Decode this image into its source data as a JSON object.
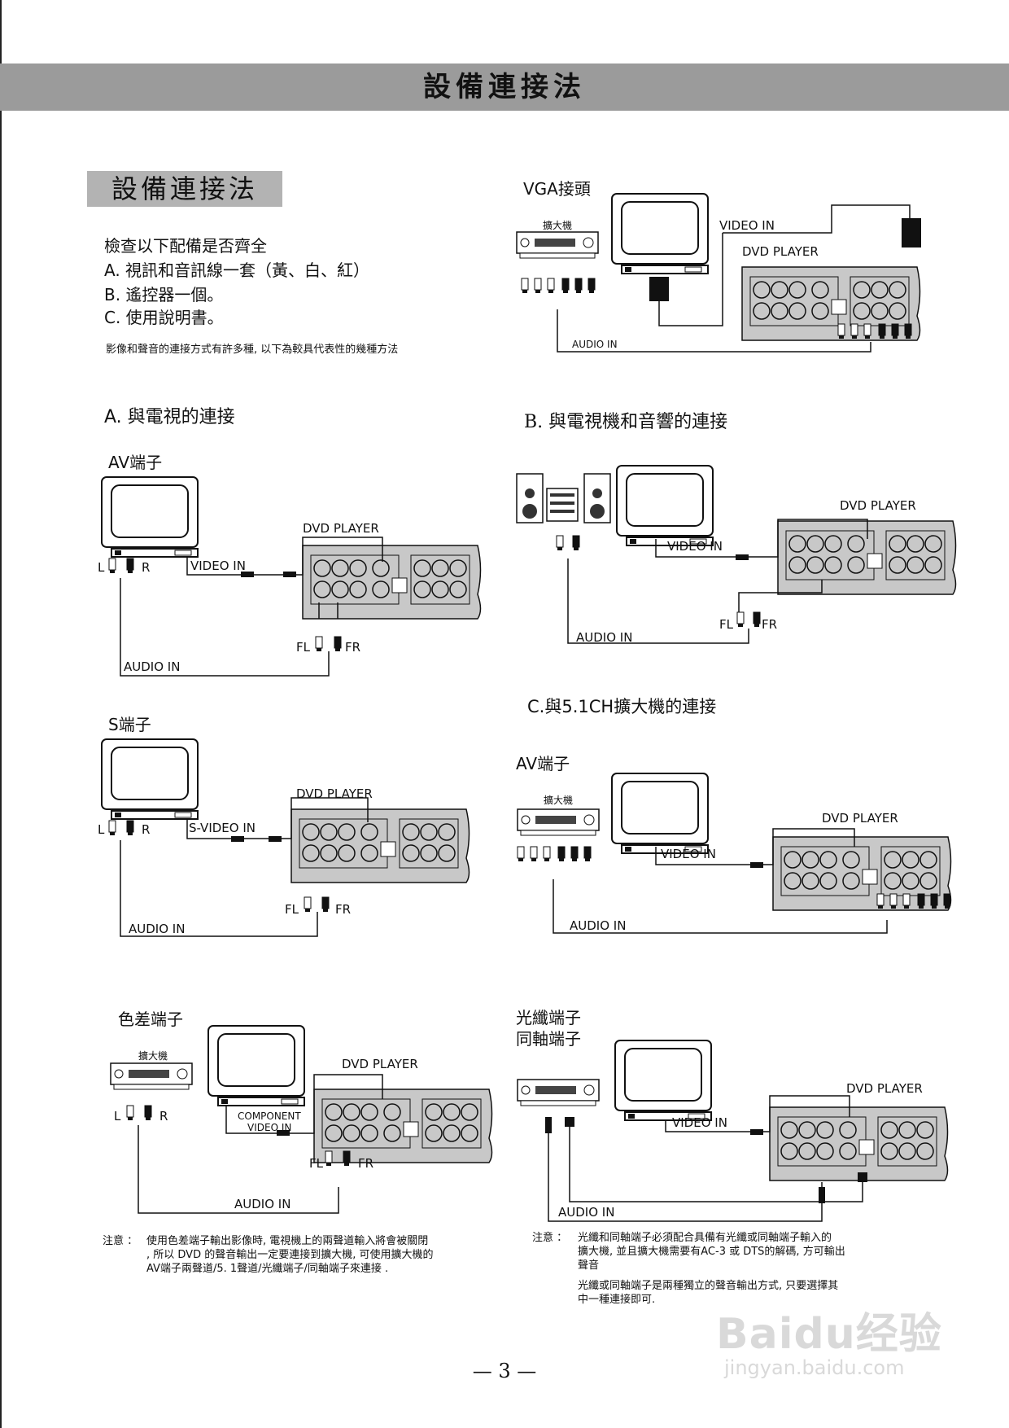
{
  "header": {
    "title": "設備連接法"
  },
  "section": {
    "title": "設備連接法"
  },
  "checklist": {
    "intro": "檢查以下配備是否齊全",
    "items": [
      "A. 視訊和音訊線一套（黃、白、紅）",
      "B. 遙控器一個。",
      "C. 使用說明書。"
    ],
    "method_note": "影像和聲音的連接方式有許多種, 以下為較具代表性的幾種方法"
  },
  "vga": {
    "title": "VGA接頭",
    "amp_label": "擴大機",
    "video_in": "VIDEO IN",
    "dvd": "DVD PLAYER",
    "audio_in": "AUDIO IN"
  },
  "section_a": {
    "title": "A. 與電視的連接"
  },
  "av": {
    "title": "AV端子",
    "dvd": "DVD PLAYER",
    "video_in": "VIDEO IN",
    "l": "L",
    "r": "R",
    "fl": "FL",
    "fr": "FR",
    "audio_in": "AUDIO IN"
  },
  "s": {
    "title": "S端子",
    "dvd": "DVD PLAYER",
    "video_in": "S-VIDEO IN",
    "l": "L",
    "r": "R",
    "fl": "FL",
    "fr": "FR",
    "audio_in": "AUDIO IN"
  },
  "comp": {
    "title": "色差端子",
    "amp_label": "擴大機",
    "dvd": "DVD PLAYER",
    "video_in_1": "COMPONENT",
    "video_in_2": "VIDEO IN",
    "l": "L",
    "r": "R",
    "fl": "FL",
    "fr": "FR",
    "audio_in": "AUDIO IN"
  },
  "section_b": {
    "title": "B. 與電視機和音響的連接",
    "dvd": "DVD PLAYER",
    "video_in": "VIDEO IN",
    "fl": "FL",
    "fr": "FR",
    "audio_in": "AUDIO IN"
  },
  "section_c": {
    "title": "C.與5.1CH擴大機的連接",
    "av_title": "AV端子",
    "amp_label": "擴大機",
    "dvd": "DVD PLAYER",
    "video_in": "VIDEO IN",
    "audio_in": "AUDIO IN"
  },
  "optical": {
    "title_1": "光纖端子",
    "title_2": "同軸端子",
    "dvd": "DVD PLAYER",
    "video_in": "VIDEO IN",
    "audio_in": "AUDIO IN"
  },
  "note_left": {
    "label": "注意 ：",
    "lines": [
      "使用色差端子輸出影像時, 電視機上的兩聲道輸入將會被關閉",
      ", 所以 DVD 的聲音輸出一定要連接到擴大機, 可使用擴大機的",
      "AV端子兩聲道/5. 1聲道/光纖端子/同軸端子來連接 ."
    ]
  },
  "note_right": {
    "label": "注意 ：",
    "lines": [
      "光纖和同軸端子必須配合具備有光纖或同軸端子輸入的",
      "擴大機, 並且擴大機需要有AC-3 或 DTS的解碼, 方可輸出",
      "聲音"
    ],
    "lines2": [
      "光纖或同軸端子是兩種獨立的聲音輸出方式, 只要選擇其",
      "中一種連接即可."
    ]
  },
  "page_number": "— 3 —",
  "watermark": {
    "logo": "Baidu经验",
    "url": "jingyan.baidu.com"
  }
}
